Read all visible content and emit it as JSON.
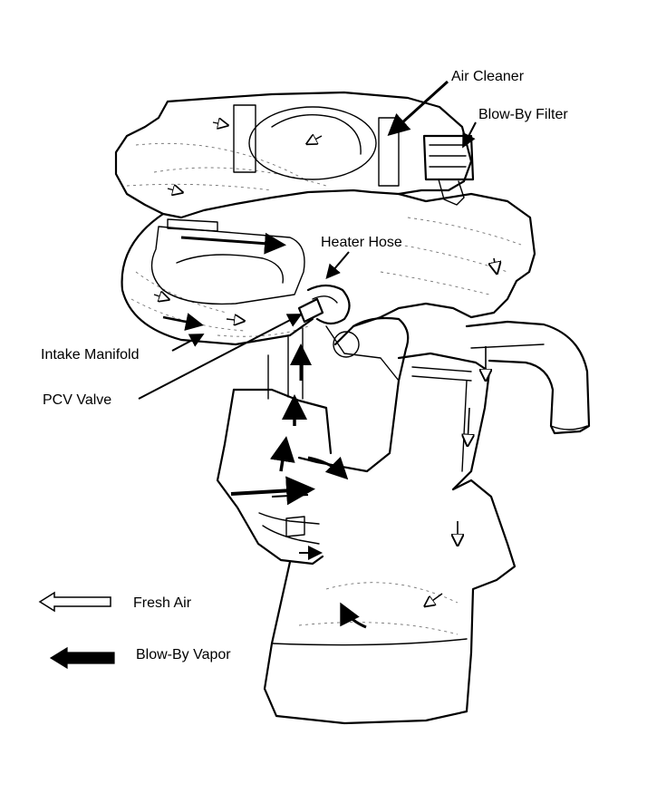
{
  "labels": {
    "air_cleaner": "Air Cleaner",
    "blow_by_filter": "Blow-By Filter",
    "heater_hose": "Heater Hose",
    "intake_manifold": "Intake Manifold",
    "pcv_valve": "PCV Valve"
  },
  "legend": {
    "fresh_air": "Fresh Air",
    "blow_by_vapor": "Blow-By Vapor"
  },
  "colors": {
    "line": "#000000",
    "background": "#ffffff"
  },
  "icons": {
    "fresh_air": "hollow-arrow-left-icon",
    "blow_by_vapor": "solid-arrow-left-icon"
  }
}
